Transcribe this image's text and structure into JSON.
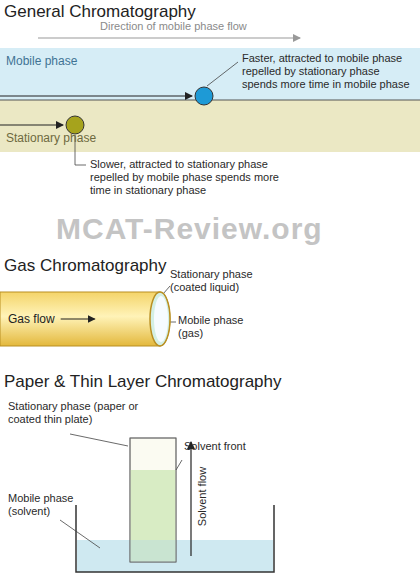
{
  "diagram": {
    "nodes": [
      {
        "text": [
          "Mobile phase"
        ]
      },
      {
        "text": [
          "Stationary phase"
        ]
      },
      {
        "text": [
          "Gas flow"
        ]
      }
    ],
    "labels": [
      "General Chromatography",
      "Direction of mobile phase flow",
      "Faster, attracted to mobile phase repelled by stationary phase spends more time in mobile phase",
      "Slower, attracted to stationary phase repelled by mobile phase spends more time in stationary phase",
      "MCAT-Review.org",
      "Gas Chromatography",
      "Stationary phase (coated liquid)",
      "Mobile phase (gas)",
      "Paper & Thin Layer Chromatography",
      "Stationary phase (paper or coated thin plate)",
      "Solvent front",
      "Solvent flow",
      "Mobile phase (solvent)"
    ]
  }
}
